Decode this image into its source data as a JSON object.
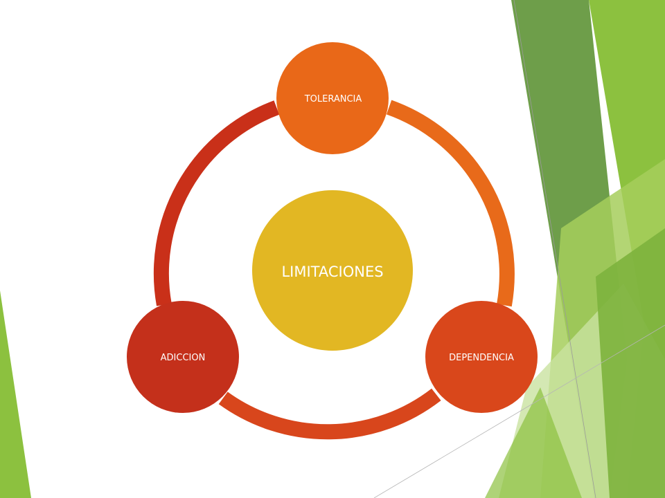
{
  "diagram": {
    "center": {
      "label": "LIMITACIONES",
      "color": "#E2B723"
    },
    "nodes": [
      {
        "label": "TOLERANCIA",
        "color": "#E96818"
      },
      {
        "label": "DEPENDENCIA",
        "color": "#D9471B"
      },
      {
        "label": "ADICCION",
        "color": "#C4301B"
      }
    ],
    "ring_colors": {
      "tolerancia_to_dependencia": "#E86A1A",
      "dependencia_to_adiccion": "#D8461C",
      "adiccion_to_tolerancia": "#C93019"
    }
  },
  "theme": {
    "background": "#FFFFFF",
    "accent_greens": [
      "#8CC13F",
      "#6E9E4A",
      "#5F9A37",
      "#A6CE5C",
      "#C9E2A0"
    ]
  }
}
